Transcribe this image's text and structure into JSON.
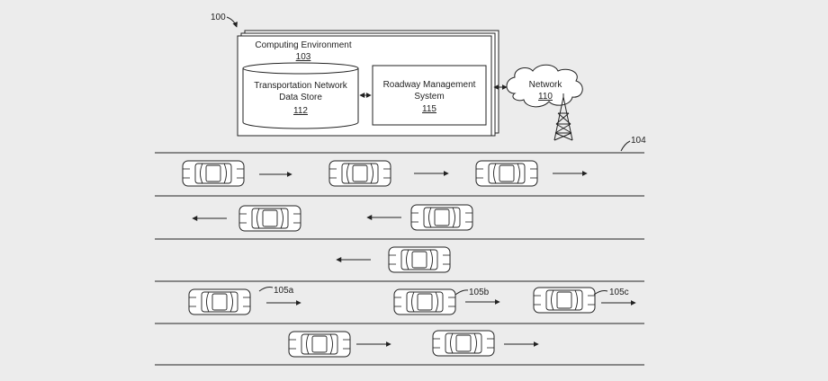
{
  "figure": {
    "ref_main": "100",
    "road_ref": "104"
  },
  "computing_env": {
    "title": "Computing Environment",
    "ref": "103"
  },
  "datastore": {
    "line1": "Transportation Network",
    "line2": "Data Store",
    "ref": "112"
  },
  "rms": {
    "line1": "Roadway Management",
    "line2": "System",
    "ref": "115"
  },
  "network": {
    "title": "Network",
    "ref": "110"
  },
  "vehicles": {
    "a": "105a",
    "b": "105b",
    "c": "105c"
  }
}
